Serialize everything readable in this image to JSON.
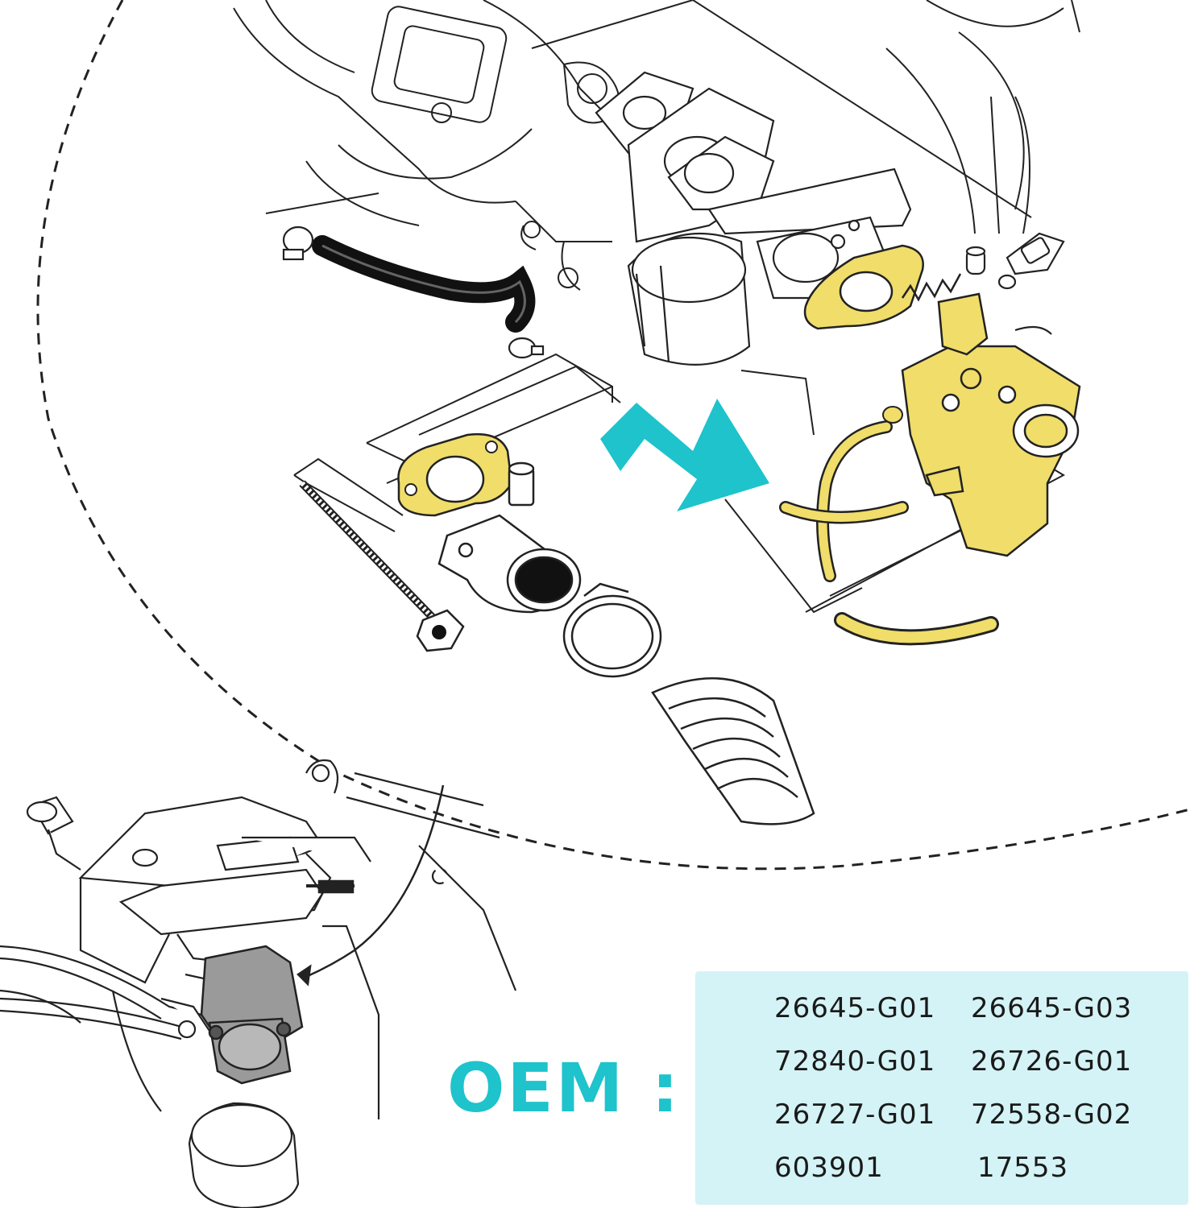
{
  "colors": {
    "accent": "#1ec3cc",
    "highlight": "#f0dd6a",
    "highlight_stroke": "#b49a1a",
    "panel": "#d4f3f6",
    "line": "#1a1a1a",
    "part_dark": "#111111",
    "part_gray": "#9a9a9a"
  },
  "oem": {
    "label": "OEM :",
    "codes": [
      "26645-G01",
      "26645-G03",
      "72840-G01",
      "26726-G01",
      "26727-G01",
      "72558-G02",
      "603901",
      "17553"
    ]
  },
  "illustration": {
    "highlighted_parts": [
      "carburetor-assembly",
      "flange-gasket",
      "fuel-line",
      "vent-tube"
    ],
    "arrow": "pointing-right"
  }
}
